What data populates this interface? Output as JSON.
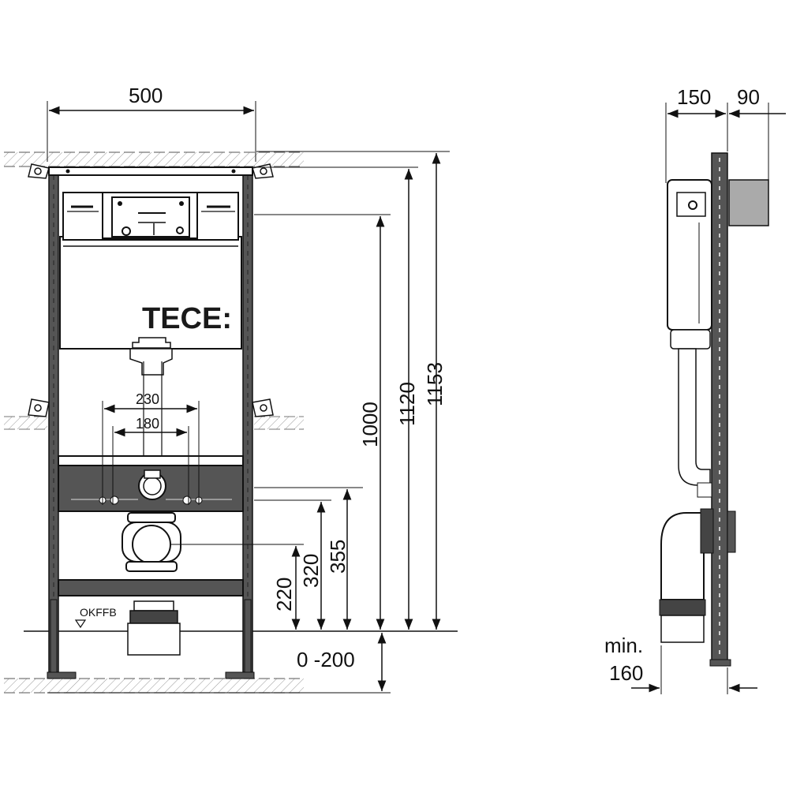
{
  "brand": {
    "logo": "TECE:"
  },
  "front_view": {
    "width": "500",
    "inner_wide": "230",
    "inner_narrow": "180",
    "h_1000": "1000",
    "h_1120": "1120",
    "h_1153": "1153",
    "h_220": "220",
    "h_320": "320",
    "h_355": "355",
    "adjust": "0 -200",
    "floor_label": "OKFFB"
  },
  "side_view": {
    "depth_150": "150",
    "depth_90": "90",
    "min_label": "min.",
    "min_value": "160"
  }
}
